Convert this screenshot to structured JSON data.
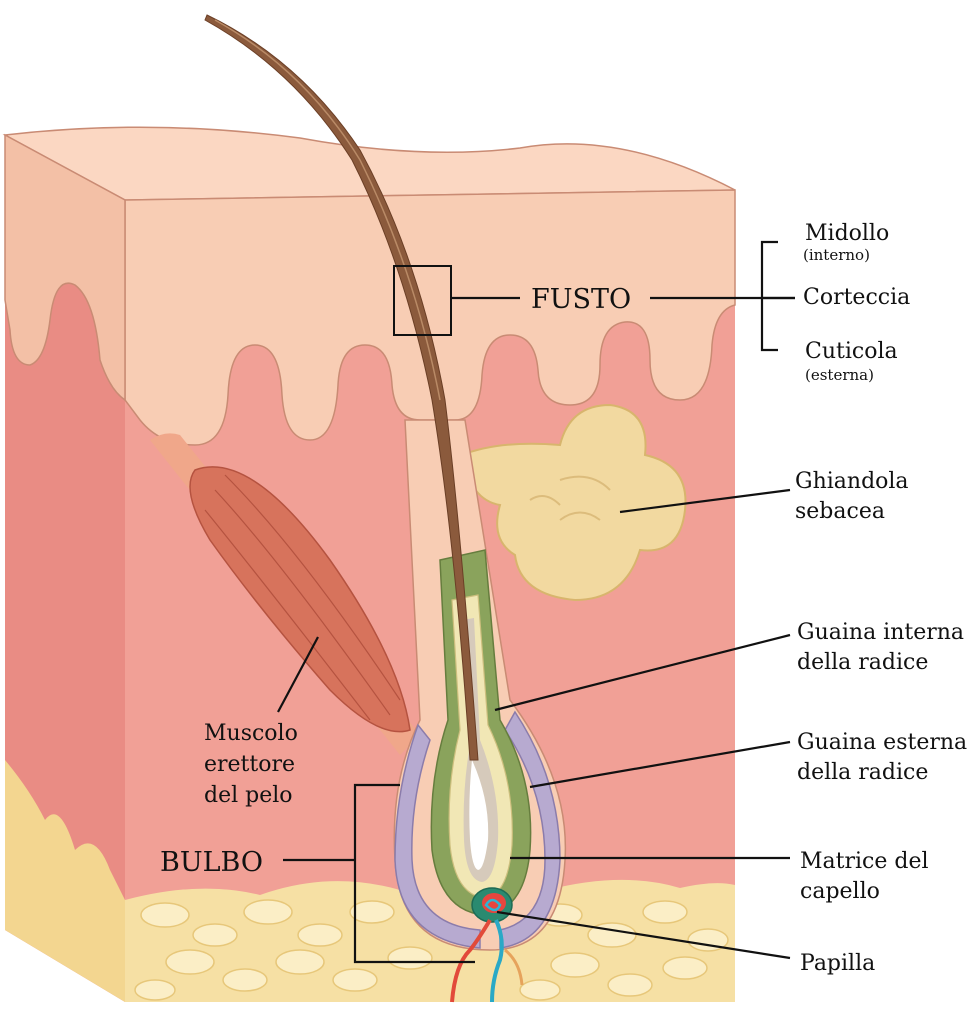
{
  "labels": {
    "fusto": "FUSTO",
    "bulbo": "BULBO",
    "midollo": "Midollo",
    "midollo_sub": "(interno)",
    "corteccia": "Corteccia",
    "cuticola": "Cuticola",
    "cuticola_sub": "(esterna)",
    "ghiandola_1": "Ghiandola",
    "ghiandola_2": "sebacea",
    "guaina_interna_1": "Guaina interna",
    "guaina_interna_2": "della radice",
    "guaina_esterna_1": "Guaina esterna",
    "guaina_esterna_2": "della radice",
    "matrice_1": "Matrice del",
    "matrice_2": "capello",
    "papilla": "Papilla",
    "muscolo_1": "Muscolo",
    "muscolo_2": "erettore",
    "muscolo_3": "del pelo"
  },
  "colors": {
    "epidermis": "#f8cdb4",
    "epidermis_top": "#fbd7c2",
    "dermis": "#f1a096",
    "dermis_side": "#e98c84",
    "fat": "#f6e0a4",
    "hair": "#8b5a3c",
    "inner_sheath": "#8aa35c",
    "outer_sheath": "#b7aad0",
    "sebaceous": "#f2d9a0",
    "muscle": "#d7735c"
  }
}
